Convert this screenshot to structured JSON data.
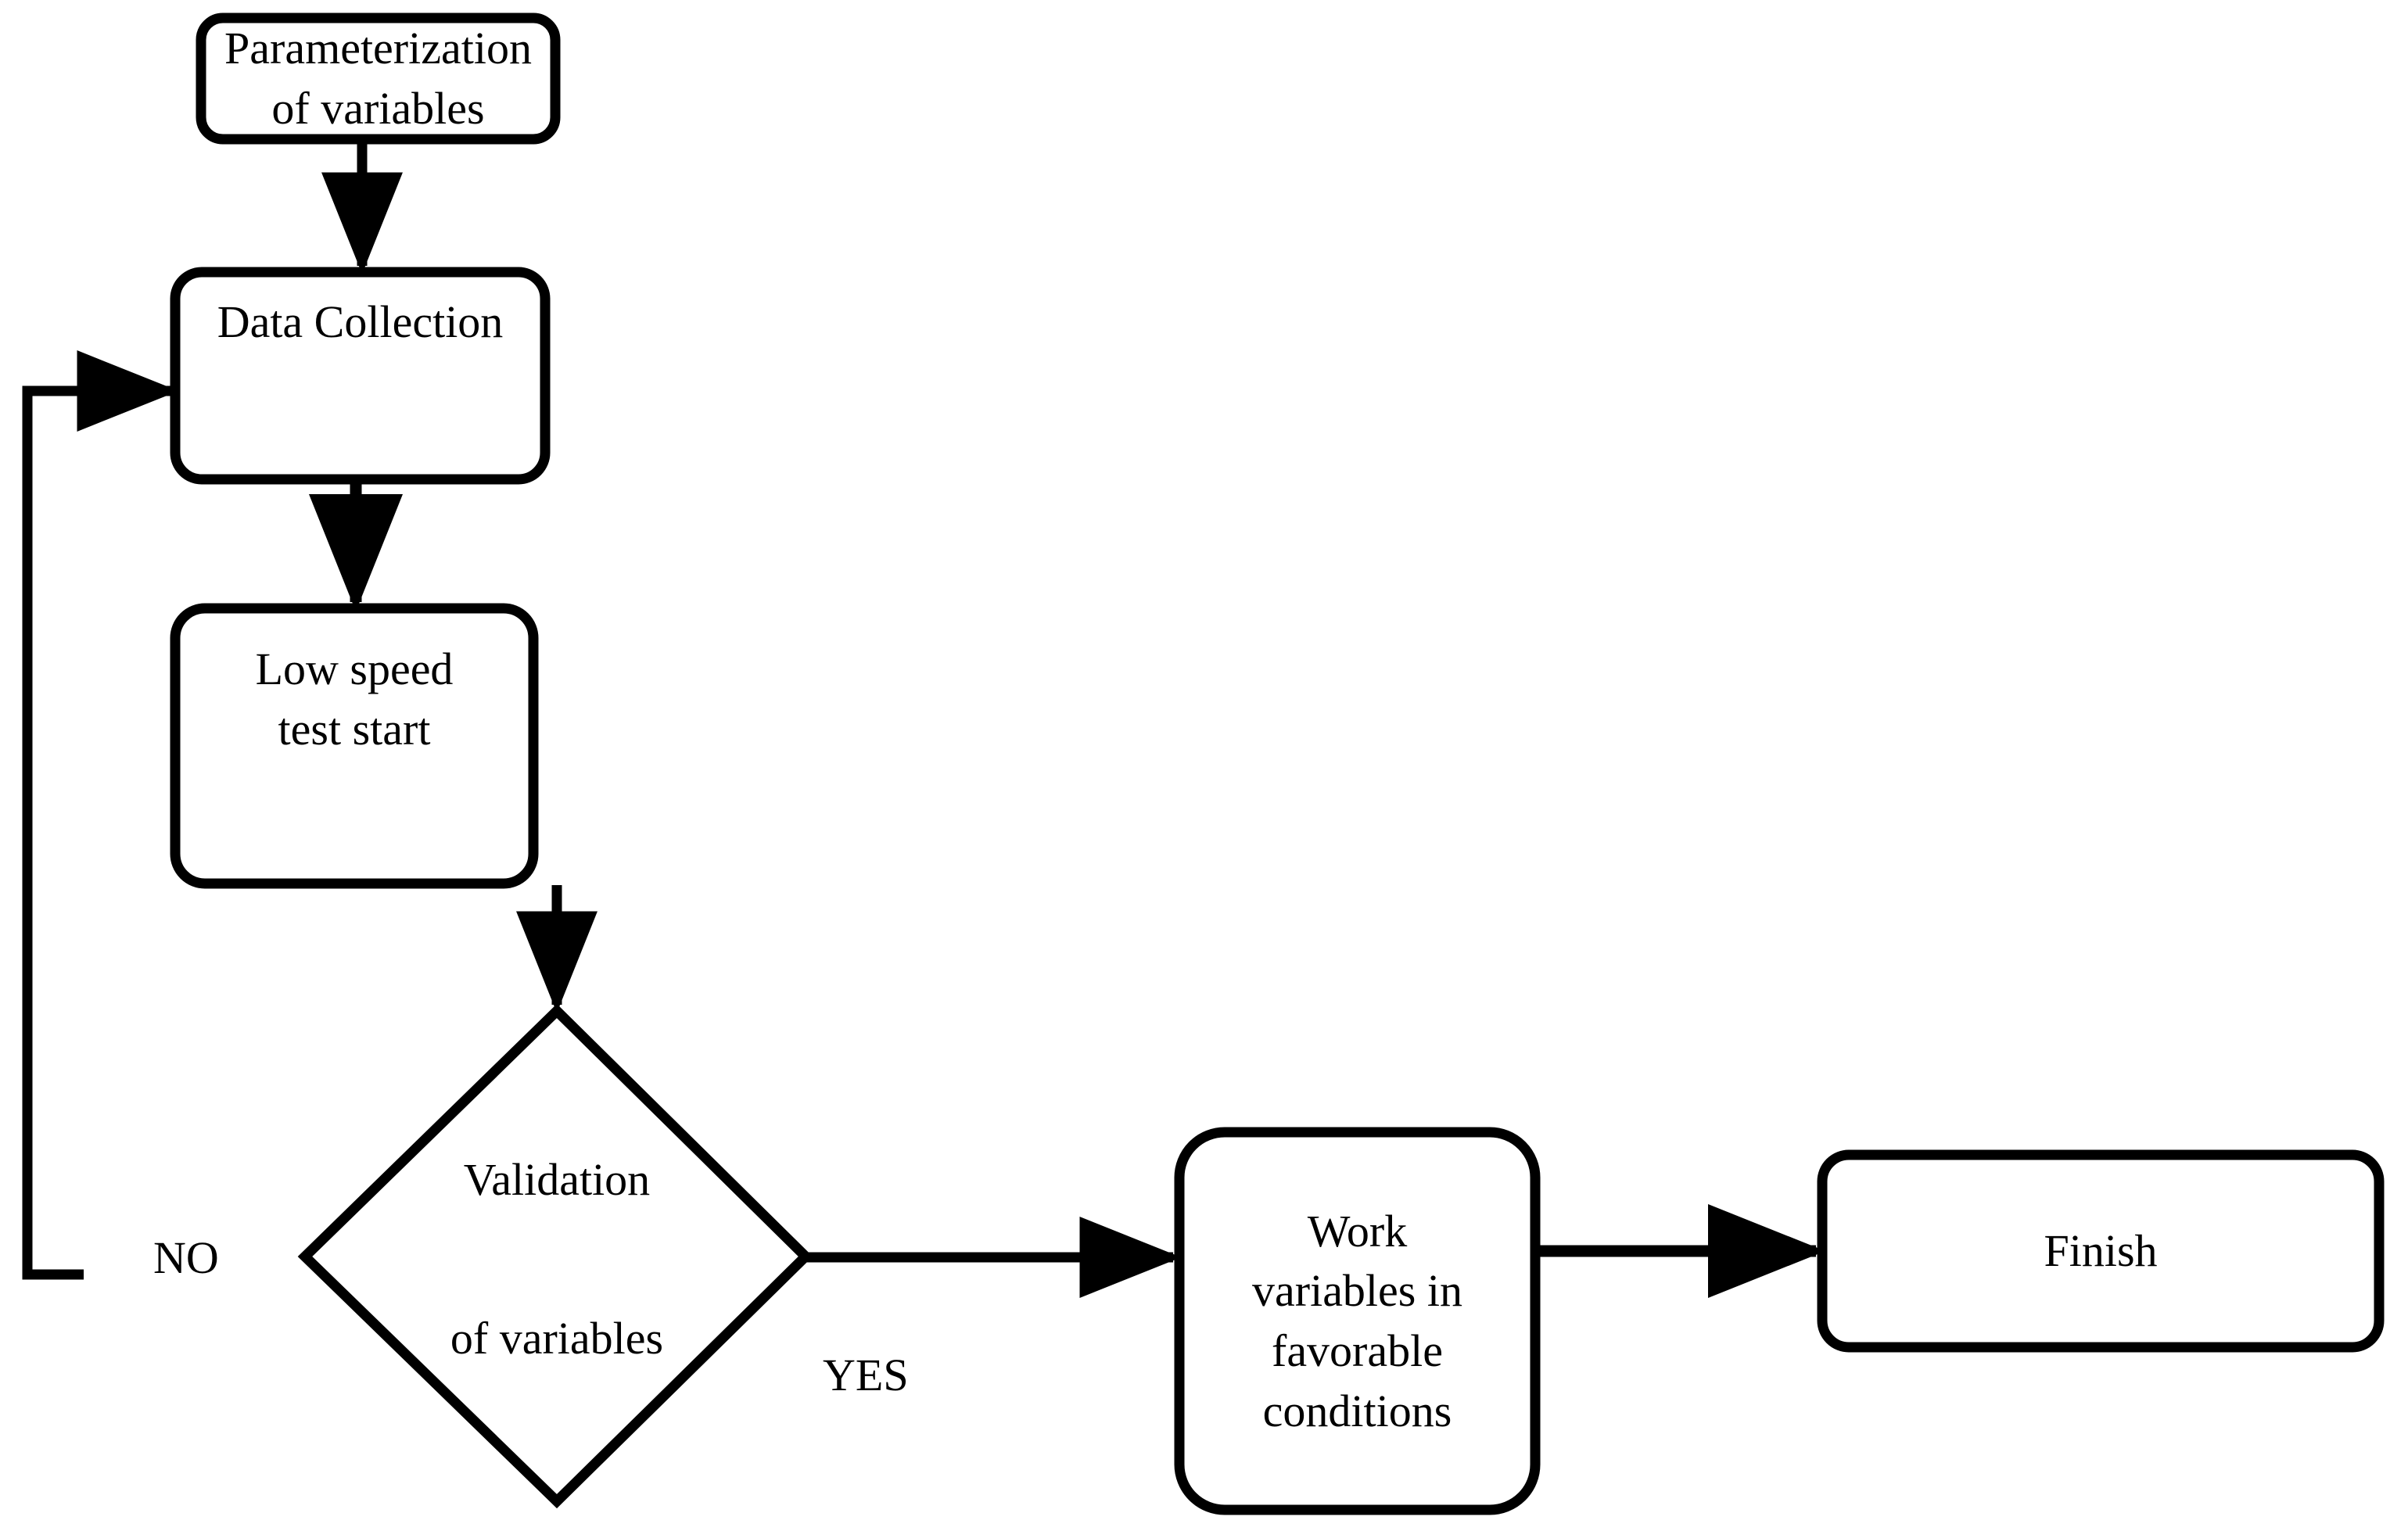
{
  "diagram": {
    "type": "flowchart",
    "orientation": "top-to-bottom then left-to-right",
    "background_color": "#FFFFFF",
    "line_color": "#000000",
    "text_color": "#000000",
    "nodes": [
      {
        "id": "parameterization",
        "shape": "rounded-rectangle",
        "label": "Parameterization of variables"
      },
      {
        "id": "data-collection",
        "shape": "rounded-rectangle",
        "label": "Data Collection"
      },
      {
        "id": "low-speed-test-start",
        "shape": "rounded-rectangle",
        "label": "Low speed\ntest start"
      },
      {
        "id": "validation-of-variables",
        "shape": "diamond",
        "label": "Validation\n\nof variables"
      },
      {
        "id": "work-variables",
        "shape": "rounded-rectangle",
        "label": "Work\nvariables in\nfavorable\nconditions"
      },
      {
        "id": "finish",
        "shape": "rounded-rectangle",
        "label": "Finish"
      }
    ],
    "edges": [
      {
        "id": "param-to-data",
        "from": "parameterization",
        "to": "data-collection",
        "label": ""
      },
      {
        "id": "data-to-lowspeed",
        "from": "data-collection",
        "to": "low-speed-test-start",
        "label": ""
      },
      {
        "id": "lowspeed-to-validation",
        "from": "low-speed-test-start",
        "to": "validation-of-variables",
        "label": ""
      },
      {
        "id": "validation-yes",
        "from": "validation-of-variables",
        "to": "work-variables",
        "label": "YES"
      },
      {
        "id": "validation-no",
        "from": "validation-of-variables",
        "to": "data-collection",
        "label": "NO"
      },
      {
        "id": "work-to-finish",
        "from": "work-variables",
        "to": "finish",
        "label": ""
      }
    ],
    "edge_labels": {
      "no": "NO",
      "yes": "YES"
    }
  }
}
